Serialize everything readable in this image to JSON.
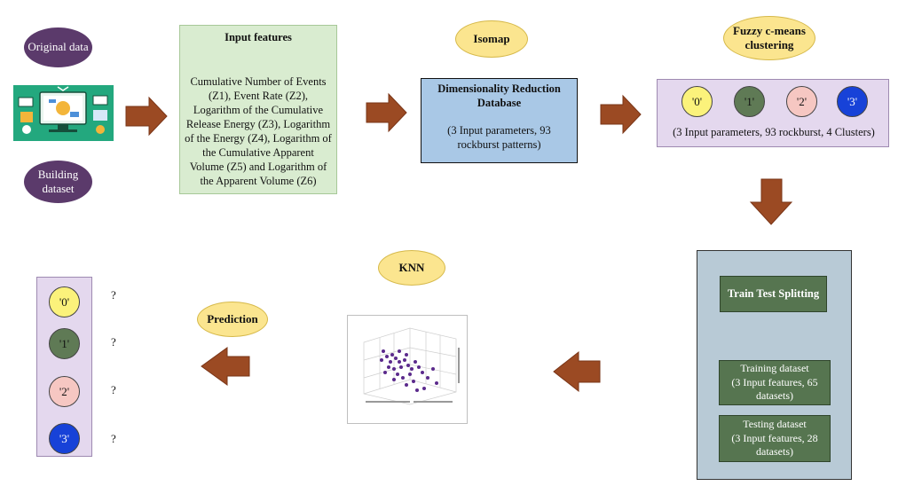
{
  "original_data": "Original data",
  "building_dataset": "Building\ndataset",
  "input_features": {
    "title": "Input features",
    "body": "Cumulative Number of Events (Z1), Event Rate (Z2), Logarithm of the Cumulative Release Energy (Z3), Logarithm of the Energy (Z4), Logarithm of the Cumulative Apparent Volume (Z5) and Logarithm of the Apparent Volume (Z6)"
  },
  "isomap": "Isomap",
  "dim_reduction": {
    "title": "Dimensionality Reduction Database",
    "body": "(3 Input parameters, 93 rockburst patterns)"
  },
  "fuzzy": "Fuzzy c-means clustering",
  "clusters": {
    "labels": [
      "'0'",
      "'1'",
      "'2'",
      "'3'"
    ],
    "caption": "(3 Input parameters, 93 rockburst, 4 Clusters)"
  },
  "split": {
    "title": "Train Test Splitting",
    "training": "Training dataset\n(3 Input features, 65 datasets)",
    "testing": "Testing dataset\n(3 Input features, 28 datasets)"
  },
  "knn": "KNN",
  "prediction": "Prediction",
  "prediction_labels": [
    "'0'",
    "'1'",
    "'2'",
    "'3'"
  ],
  "question_mark": "?",
  "colors": {
    "arrow": "#9b4a23",
    "purple": "#5b3a6b",
    "yellow": "#fbe58f",
    "green_box": "#d9ecd0",
    "blue_box": "#a9c8e6",
    "lavender": "#e4d8ee",
    "slate": "#b8cad6",
    "dark_green": "#567550",
    "cluster_0": "#fbf27b",
    "cluster_1": "#5f7a55",
    "cluster_2": "#f6c7c2",
    "cluster_3": "#1742d8"
  }
}
